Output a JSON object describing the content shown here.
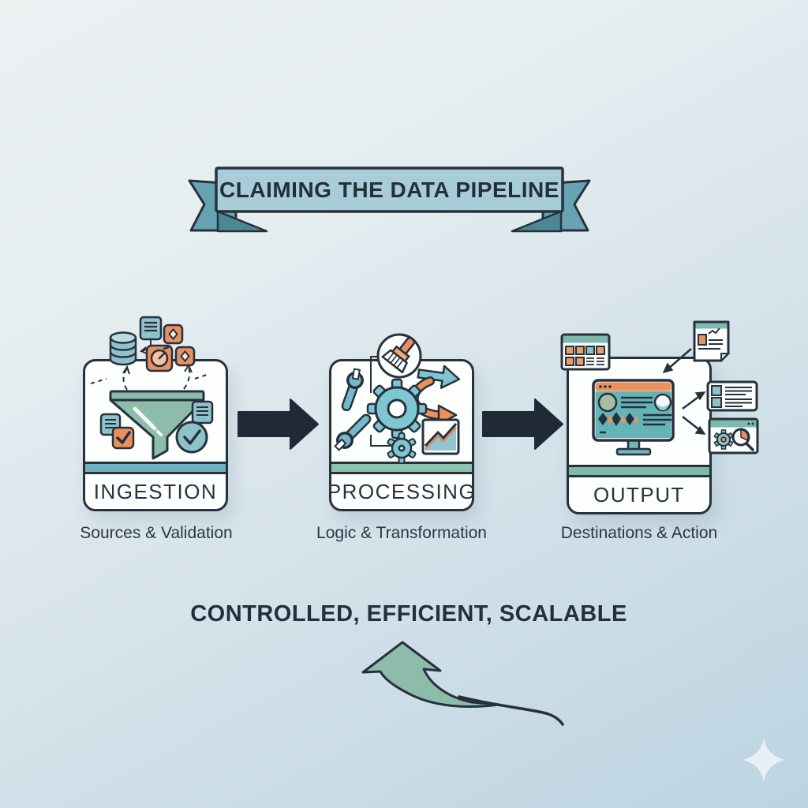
{
  "banner": {
    "title": "CLAIMING THE DATA PIPELINE"
  },
  "stages": [
    {
      "id": "ingestion",
      "label": "INGESTION",
      "subtitle": "Sources & Validation",
      "stripe_color": "#72b1c1",
      "icons": [
        "database-icon",
        "note-card-icon",
        "tile-diamond-icon",
        "tile-timer-icon",
        "dashed-flow-arrows",
        "funnel-icon",
        "note-lines-icon",
        "tile-check-icon",
        "check-circle-icon"
      ]
    },
    {
      "id": "processing",
      "label": "PROCESSING",
      "subtitle": "Logic & Transformation",
      "stripe_color": "#8fc2af",
      "icons": [
        "brush-badge-icon",
        "wrench-icon",
        "wrench-icon-2",
        "gear-icon",
        "small-gear-icon",
        "flow-arrow-icon",
        "curved-arrow-icon",
        "trend-chart-icon"
      ]
    },
    {
      "id": "output",
      "label": "OUTPUT",
      "subtitle": "Destinations & Action",
      "stripe_color": "#7dbcab",
      "icons": [
        "data-table-icon",
        "report-document-icon",
        "dashboard-monitor-icon",
        "list-cards-icon",
        "browser-insights-icon",
        "link-arrows"
      ]
    }
  ],
  "headline": "CONTROLLED, EFFICIENT, SCALABLE",
  "decorations": {
    "flow_connectors": [
      "flow-arrow-right",
      "flow-arrow-right"
    ],
    "bottom": [
      "growth-swoosh-arrow",
      "sparkle-icon"
    ]
  },
  "colors": {
    "background_top": "#ecf1f2",
    "background_bottom": "#bcd4e2",
    "ink_outline": "#26313c",
    "banner_fill": "#a8cdd8",
    "banner_tail": "#67a3b1",
    "banner_fold": "#4c8894",
    "flow_arrow": "#1f2a36",
    "teal_blue": "#7fc6d3",
    "teal_soft": "#8ec2c9",
    "sage_green": "#8dbcab",
    "orange": "#e8905f",
    "monitor_screen": "#63b3b7",
    "card_white": "#fdfefe",
    "text_dark": "#232f3b"
  }
}
